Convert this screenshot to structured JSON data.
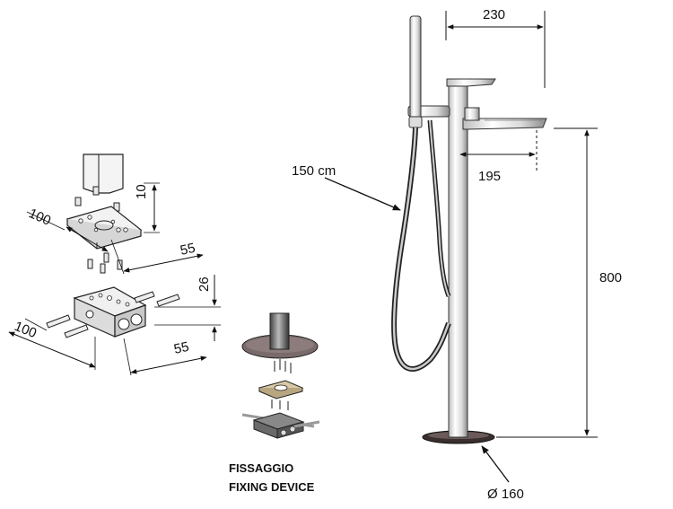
{
  "dimensions": {
    "spout_reach_top": "230",
    "spout_reach": "195",
    "height": "800",
    "hose_length": "150 cm",
    "base_diameter": "Ø 160",
    "plate_width": "100",
    "plate_thickness": "10",
    "plate_depth": "55",
    "block_width": "100",
    "block_height": "26",
    "block_depth": "55"
  },
  "caption": {
    "line1": "FISSAGGIO",
    "line2": "FIXING DEVICE"
  }
}
